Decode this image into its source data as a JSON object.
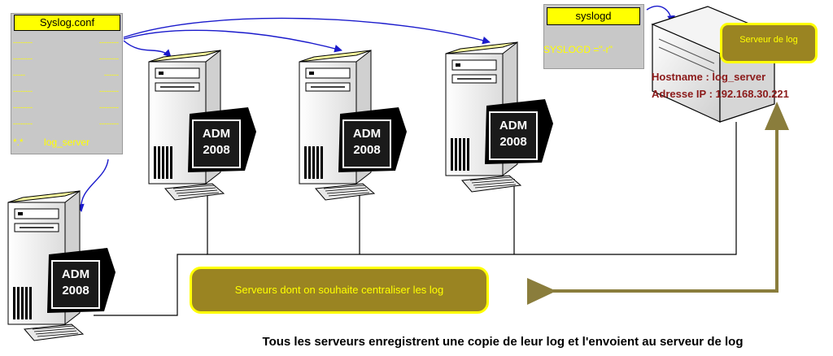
{
  "syslog_conf": {
    "title": "Syslog.conf",
    "rows": [
      [
        "--------",
        "--------"
      ],
      [
        "--------",
        "--------"
      ],
      [
        "-----",
        "------"
      ],
      [
        "--------",
        "--------"
      ],
      [
        "--------",
        "--------"
      ],
      [
        "--------",
        "--------"
      ]
    ],
    "last_left": "*.*",
    "last_right": "log_server"
  },
  "syslogd": {
    "title": "syslogd",
    "option": "SYSLOGD =\"-r\""
  },
  "log_server": {
    "label": "Serveur de log",
    "hostname": "Hostname : log_server",
    "ip": "Adresse IP : 192.168.30.221"
  },
  "clients": [
    {
      "monitor_line1": "ADM",
      "monitor_line2": "2008"
    },
    {
      "monitor_line1": "ADM",
      "monitor_line2": "2008"
    },
    {
      "monitor_line1": "ADM",
      "monitor_line2": "2008"
    },
    {
      "monitor_line1": "ADM",
      "monitor_line2": "2008"
    }
  ],
  "group_label": "Serveurs dont on souhaite centraliser les log",
  "caption": "Tous les serveurs enregistrent une copie de leur log et l'envoient au serveur de log",
  "colors": {
    "conf_bg": "#c8c8c8",
    "title_bg": "#ffff00",
    "olive": "#9a8422",
    "yellow": "#ffff00",
    "blue_arrow": "#1a1acc",
    "dark_red": "#8b1a1a",
    "arrow_olive": "#8a7d3c"
  }
}
